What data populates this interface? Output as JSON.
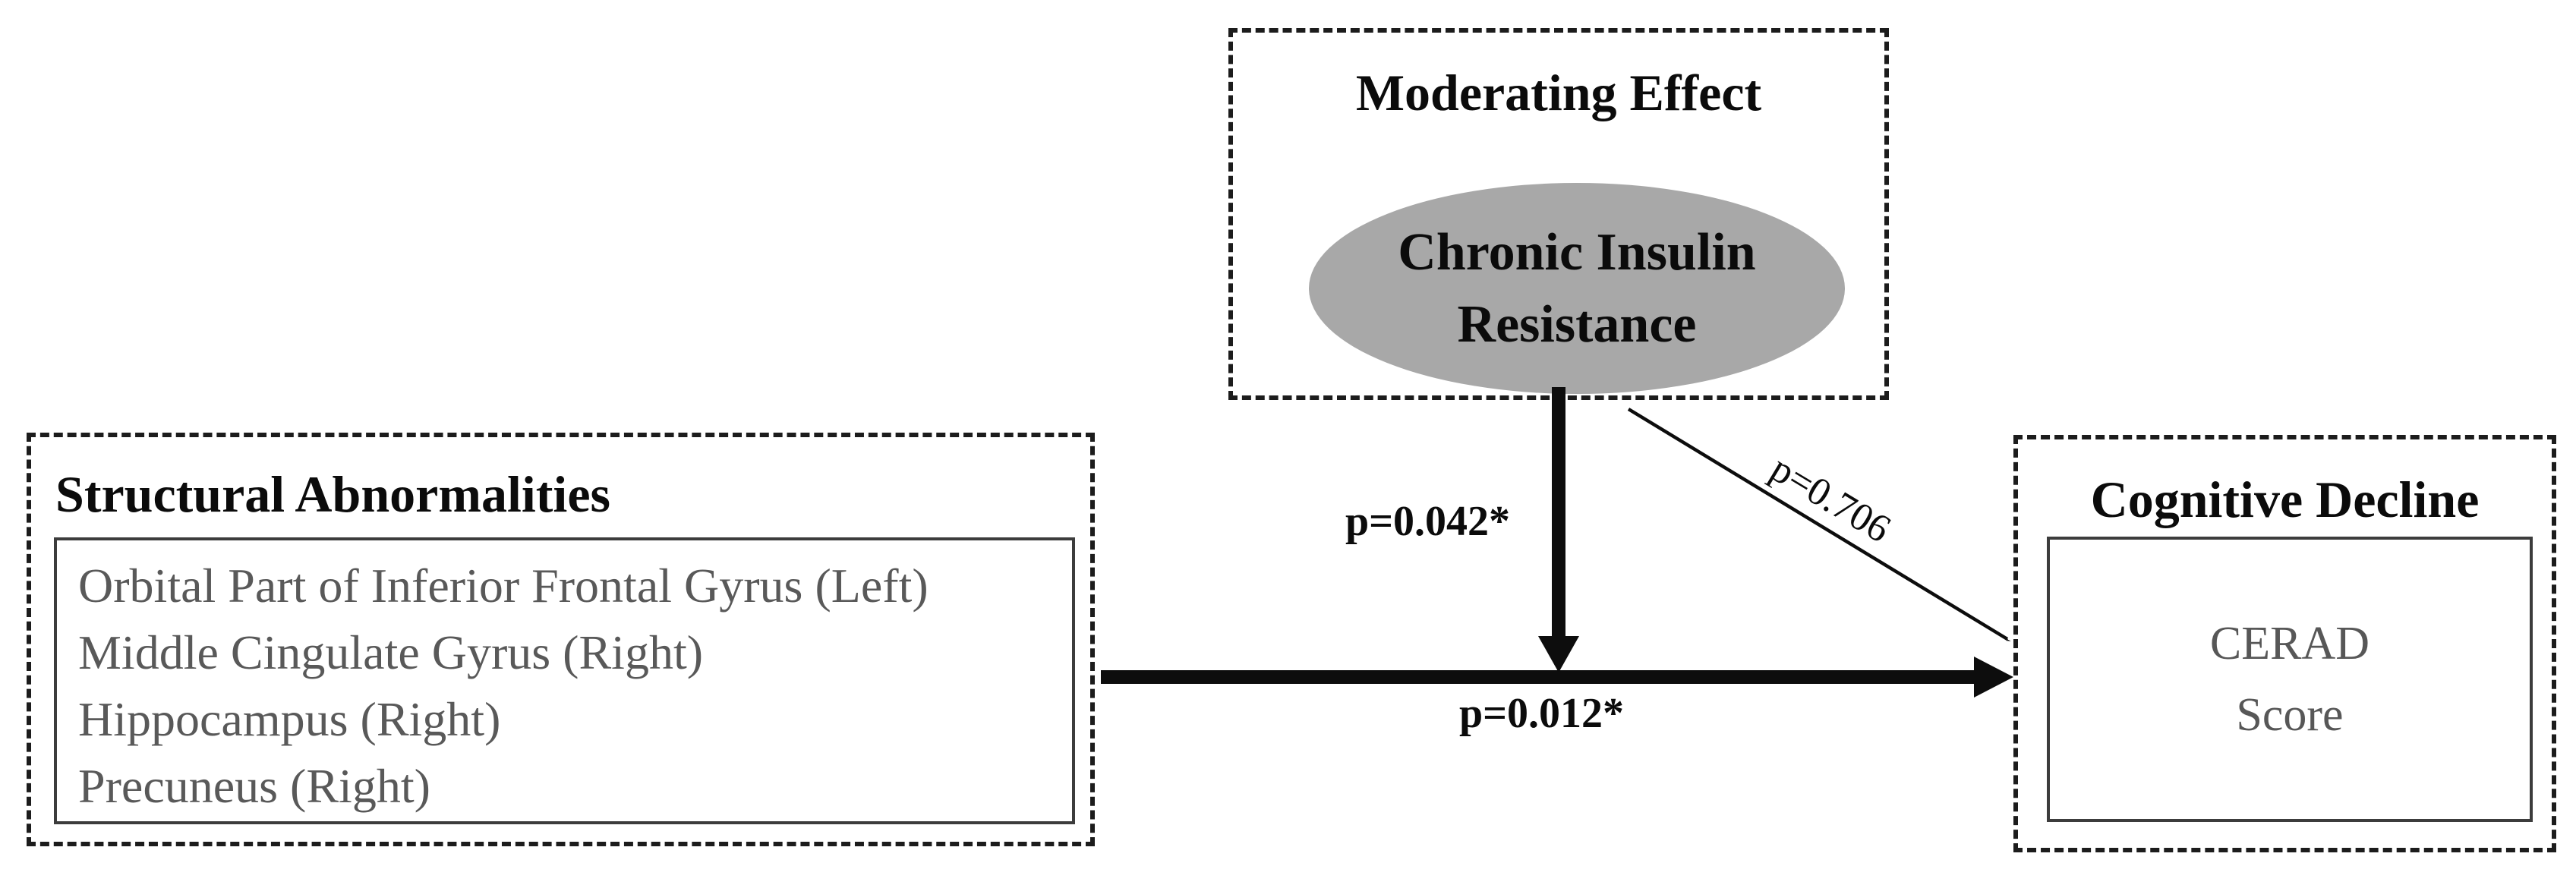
{
  "structural": {
    "title": "Structural Abnormalities",
    "items": [
      "Orbital Part of Inferior Frontal Gyrus (Left)",
      "Middle Cingulate Gyrus (Right)",
      "Hippocampus (Right)",
      "Precuneus (Right)"
    ]
  },
  "moderator": {
    "title": "Moderating Effect",
    "node": "Chronic Insulin\nResistance"
  },
  "outcome": {
    "title": "Cognitive Decline",
    "node": "CERAD\nScore"
  },
  "paths": {
    "moderation_p": "p=0.042*",
    "direct_p": "p=0.012*",
    "moderator_direct_p": "p=0.706"
  },
  "colors": {
    "ellipse_fill": "#a8a8a8",
    "muted_text": "#595959",
    "border_dashed": "#1c1c1c",
    "arrow": "#0d0d0d"
  }
}
